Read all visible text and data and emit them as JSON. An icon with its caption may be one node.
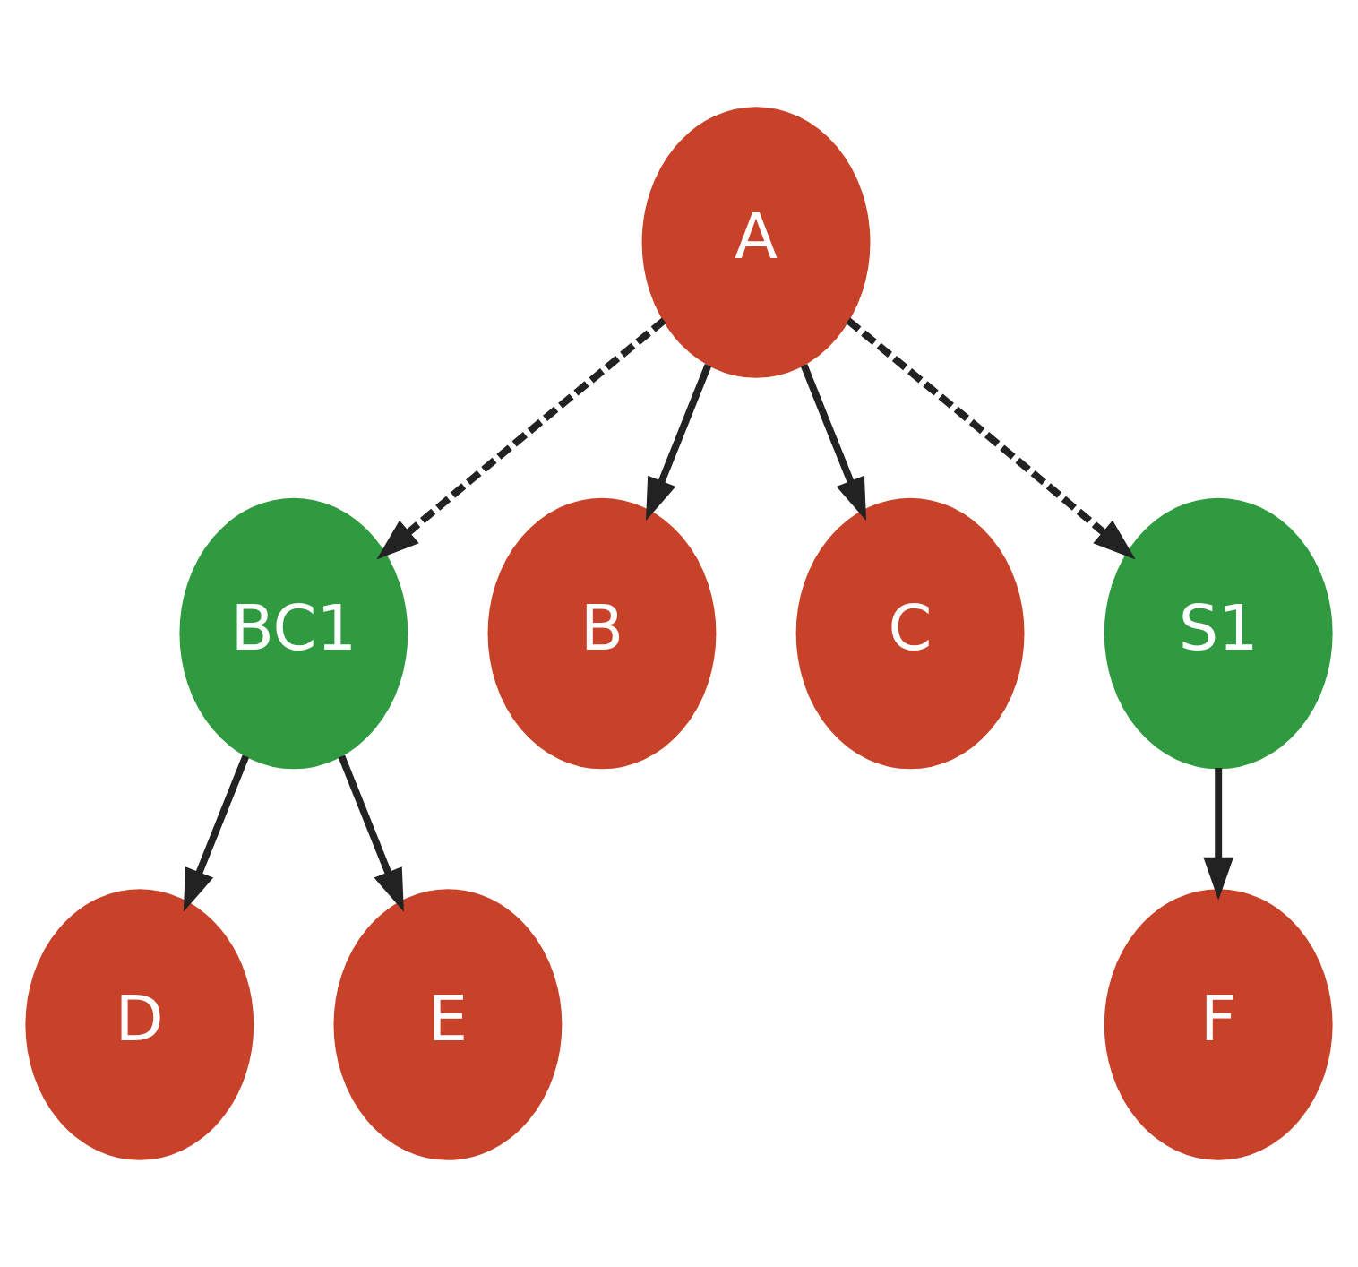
{
  "diagram": {
    "nodes": [
      {
        "text": [
          "A"
        ]
      },
      {
        "text": [
          "BC1"
        ]
      },
      {
        "text": [
          "S1"
        ]
      },
      {
        "text": [
          "B"
        ]
      },
      {
        "text": [
          "C"
        ]
      },
      {
        "text": [
          "D"
        ]
      },
      {
        "text": [
          "E"
        ]
      },
      {
        "text": [
          "F"
        ]
      }
    ],
    "edges": [
      {
        "from": 0,
        "to": 1,
        "arrow": "to",
        "style": "dashed"
      },
      {
        "from": 0,
        "to": 3,
        "arrow": "to"
      },
      {
        "from": 0,
        "to": 4,
        "arrow": "to"
      },
      {
        "from": 0,
        "to": 2,
        "arrow": "to",
        "style": "dashed"
      },
      {
        "from": 1,
        "to": 5,
        "arrow": "to"
      },
      {
        "from": 1,
        "to": 6,
        "arrow": "to"
      },
      {
        "from": 2,
        "to": 7,
        "arrow": "to"
      }
    ]
  }
}
